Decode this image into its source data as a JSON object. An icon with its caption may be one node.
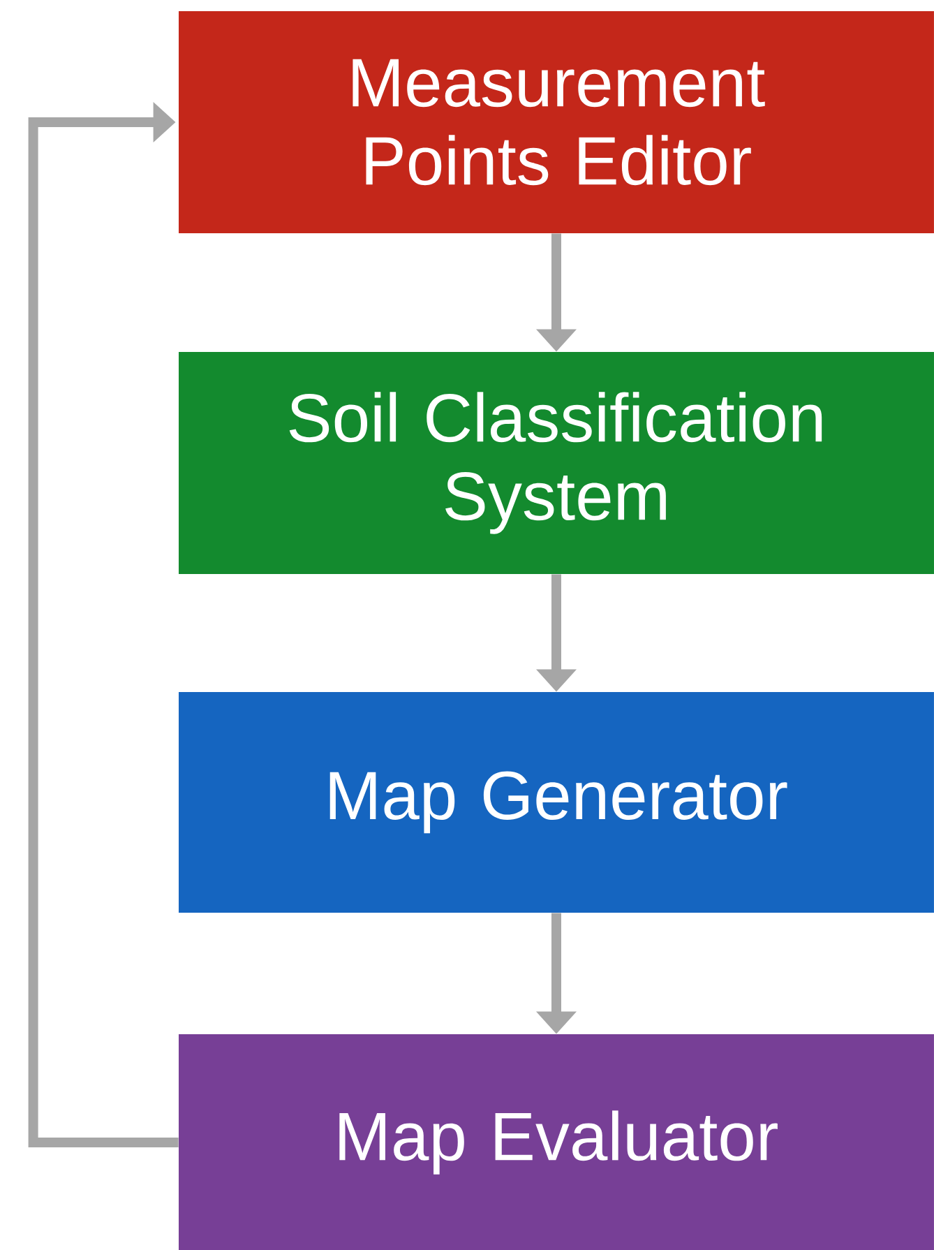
{
  "diagram": {
    "nodes": [
      {
        "text": [
          "Measurement Points Editor"
        ]
      },
      {
        "text": [
          "Soil Classification System"
        ]
      },
      {
        "text": [
          "Map Generator"
        ]
      },
      {
        "text": [
          "Map Evaluator"
        ]
      }
    ],
    "edges": [
      {
        "from": 0,
        "to": 1,
        "arrow": "to"
      },
      {
        "from": 1,
        "to": 2,
        "arrow": "to"
      },
      {
        "from": 2,
        "to": 3,
        "arrow": "to"
      },
      {
        "from": 3,
        "to": 0,
        "arrow": "to"
      }
    ]
  }
}
